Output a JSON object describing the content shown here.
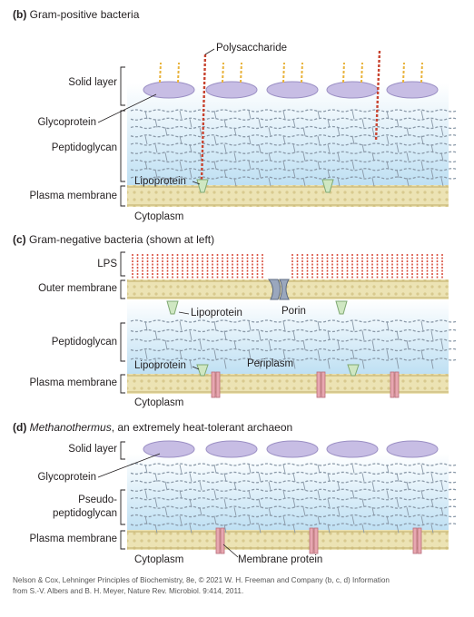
{
  "panels": {
    "b": {
      "tag": "(b)",
      "title": "Gram-positive bacteria",
      "labels": {
        "polysaccharide": "Polysaccharide",
        "solid_layer": "Solid layer",
        "glycoprotein": "Glycoprotein",
        "peptidoglycan": "Peptidoglycan",
        "lipoprotein": "Lipoprotein",
        "plasma_membrane": "Plasma membrane",
        "cytoplasm": "Cytoplasm"
      }
    },
    "c": {
      "tag": "(c)",
      "title": "Gram-negative bacteria (shown at left)",
      "labels": {
        "lps": "LPS",
        "outer_membrane": "Outer membrane",
        "lipoprotein_top": "Lipoprotein",
        "porin": "Porin",
        "peptidoglycan": "Peptidoglycan",
        "lipoprotein_bottom": "Lipoprotein",
        "periplasm": "Periplasm",
        "plasma_membrane": "Plasma membrane",
        "cytoplasm": "Cytoplasm"
      }
    },
    "d": {
      "tag": "(d)",
      "title_italic": "Methanothermus",
      "title_rest": ", an extremely heat-tolerant archaeon",
      "labels": {
        "solid_layer": "Solid layer",
        "glycoprotein": "Glycoprotein",
        "pseudo_1": "Pseudo-",
        "pseudo_2": "peptidoglycan",
        "plasma_membrane": "Plasma membrane",
        "cytoplasm": "Cytoplasm",
        "membrane_protein": "Membrane protein"
      }
    }
  },
  "credit": {
    "line1": "Nelson & Cox, Lehninger Principles of Biochemistry, 8e, © 2021 W. H. Freeman and Company (b, c, d) Information",
    "line2": "from S.-V. Albers and B. H. Meyer, Nature Rev. Microbiol. 9:414, 2011."
  },
  "colors": {
    "wall_gradient_top": "#ffffff",
    "wall_gradient_bottom": "#bfe0f3",
    "membrane": "#ece3b4",
    "membrane_line": "#c9b978",
    "solid_layer": "#c7bde4",
    "lps_red": "#d9503f",
    "polysaccharide_red": "#c8432f",
    "polysaccharide_yellow": "#e8b23a",
    "lipoprotein": "#cfe7c2",
    "membrane_protein": "#e7a7b0",
    "porin": "#9aa7bd"
  }
}
